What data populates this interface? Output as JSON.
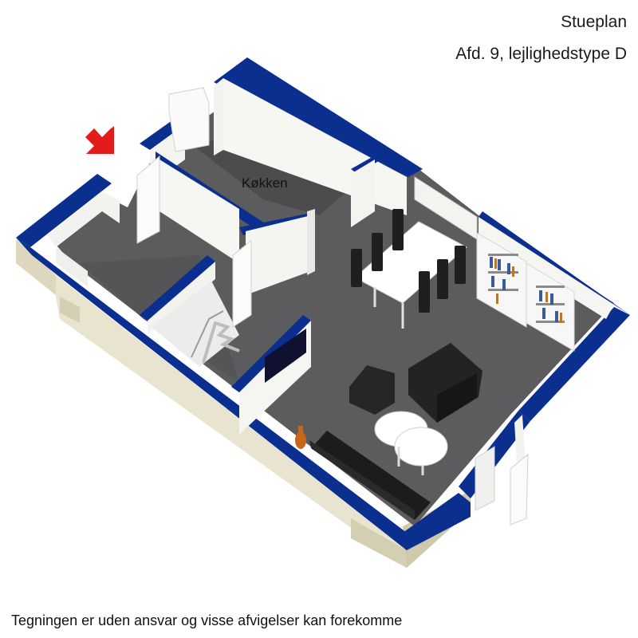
{
  "header": {
    "title": "Stueplan",
    "subtitle": "Afd. 9, lejlighedstype D"
  },
  "plan": {
    "rooms": [
      {
        "label": "Køkken"
      }
    ],
    "entrance_arrow_color": "#e31b1b",
    "wall_top_color": "#0a2f8f",
    "wall_side_color": "#f7f7f4",
    "exterior_base_color": "#e8e4cf",
    "floor_color": "#5c5c5e",
    "furniture_dark_color": "#222222",
    "furniture_light_color": "#ffffff",
    "icons": [
      "entrance-arrow-icon",
      "door-icon",
      "window-icon",
      "staircase-icon",
      "tv-icon",
      "sofa-icon",
      "armchair-icon",
      "dining-table-icon",
      "chair-icon",
      "bookshelf-icon",
      "coffee-table-icon",
      "vase-icon"
    ]
  },
  "footer": {
    "disclaimer": "Tegningen er uden ansvar og visse afvigelser kan forekomme"
  }
}
